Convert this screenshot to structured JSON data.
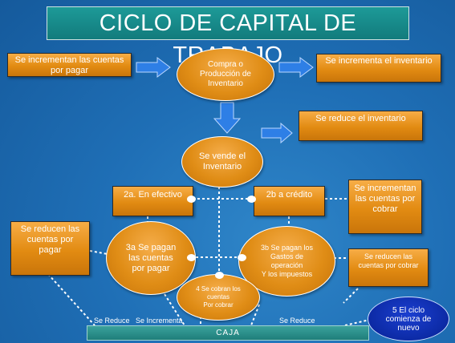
{
  "title": "CICLO DE CAPITAL DE TRABAJO",
  "boxes": {
    "increase_payables": "Se incrementan las cuentas por pagar",
    "increase_inventory": "Se incrementa el inventario",
    "reduce_inventory": "Se reduce  el inventario",
    "cash": "2a. En efectivo",
    "credit": "2b a crédito",
    "increase_receivables": "Se incrementan las cuentas por cobrar",
    "reduce_payables": "Se reducen las cuentas por pagar",
    "reduce_receivables": "Se reducen las cuentas por cobrar"
  },
  "ovals": {
    "purchase": "Compra o\nProducción de\nInventario",
    "sale": "Se vende el\nInventario",
    "pay_accounts": "3a Se pagan\nlas cuentas\npor pagar",
    "pay_expenses": "3b Se pagan los\nGastos de\noperación\nY los impuestos",
    "collect": "4 Se cobran los\ncuentas\nPor cobrar",
    "restart": "5 El ciclo\ncomienza de\nnuevo"
  },
  "caja": "CAJA",
  "labels": {
    "reduce_left": "Se Reduce",
    "increase": "Se Incrementa",
    "reduce_right": "Se Reduce"
  },
  "colors": {
    "background": "#1f6fb6",
    "box_orange": "#e28b12",
    "title_teal": "#127b7c",
    "arrow_blue": "#2e7fe6",
    "restart_oval": "#0c2aa5"
  }
}
